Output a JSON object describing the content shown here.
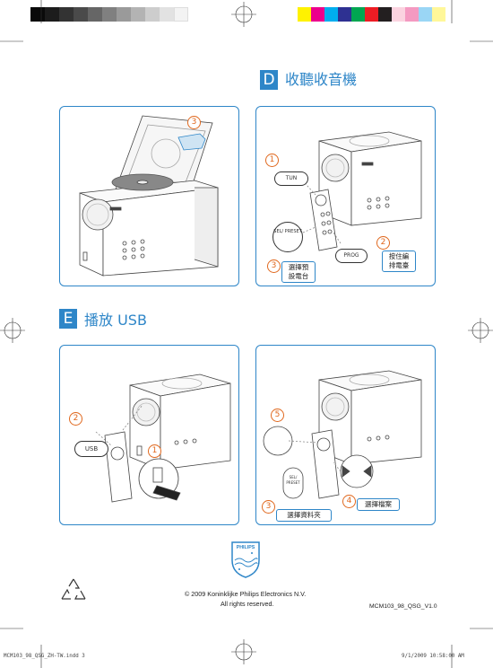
{
  "section_d": {
    "letter": "D",
    "title": "收聽收音機"
  },
  "section_e": {
    "letter": "E",
    "title": "播放 USB"
  },
  "panel_top_left": {
    "step": "3"
  },
  "panel_top_right": {
    "steps": [
      "1",
      "2",
      "3"
    ],
    "tun_label": "TUN",
    "prog_label": "PROG",
    "preset_label": "SEL/ PRESET",
    "callout_2": "按住編 排電臺",
    "callout_3": "選擇預 設電台"
  },
  "panel_bottom_left": {
    "steps": [
      "2",
      "1"
    ],
    "usb_label": "USB"
  },
  "panel_bottom_right": {
    "steps": [
      "5",
      "3",
      "4"
    ],
    "callout_3": "選擇資料夾",
    "callout_4": "選擇檔案",
    "preset_label": "SEL/ PRESET"
  },
  "brand": {
    "name": "PHILIPS"
  },
  "footer": {
    "copyright": "© 2009 Koninklijke Philips Electronics N.V.",
    "rights": "All rights reserved.",
    "doc_code": "MCM103_98_QSG_V1.0"
  },
  "slug": {
    "file": "MCM103_98_QSG_ZH-TW.indd   3",
    "date": "9/1/2009   10:58:00 AM"
  },
  "colors": {
    "accent": "#2e86c8",
    "step": "#e0681e"
  }
}
